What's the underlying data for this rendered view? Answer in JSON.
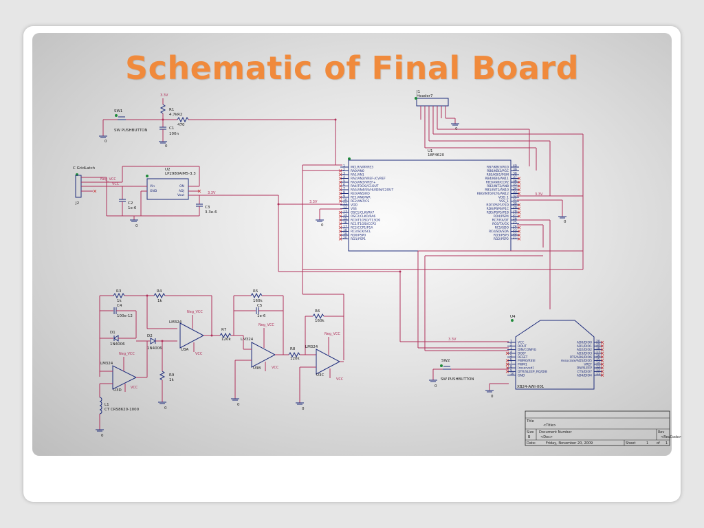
{
  "slide": {
    "title": "Schematic of Final Board"
  },
  "schematic": {
    "power": {
      "top_rail": "3.3V",
      "gnd": "0",
      "neg_vcc": "Neg_VCC",
      "vcc": "VCC"
    },
    "sw1": {
      "ref": "SW1",
      "value": "SW PUSHBUTTON"
    },
    "sw2": {
      "ref": "SW2",
      "value": "SW PUSHBUTTON"
    },
    "r1": {
      "ref": "R1",
      "value": "4.7k"
    },
    "r2": {
      "ref": "R2",
      "value": "470"
    },
    "c1": {
      "ref": "C1",
      "value": "100n"
    },
    "j1": {
      "ref": "J1",
      "value": "Header7"
    },
    "j2": {
      "ref": "J2",
      "value": "C GridLatch"
    },
    "u2": {
      "ref": "U2",
      "value": "LP2980AIM5-3.3",
      "pins": {
        "vin": "Vin",
        "gnd": "GND",
        "on": "ON",
        "adj": "ADJ",
        "vout": "Vout"
      }
    },
    "c2": {
      "ref": "C2",
      "value": "1e-6"
    },
    "c3": {
      "ref": "C3",
      "value": "3.3e-6"
    },
    "u1": {
      "ref": "U1",
      "value": "18F4620",
      "left_pins": [
        "MCLR/VPP/RE3",
        "RA0/AN0",
        "RA1/AN1",
        "RA2/AN2/VREF-/CVREF",
        "RA3/AN3/VREF+",
        "RA4/T0CKI/C1OUT",
        "RA5/AN4/SS/HLVDIN/C2OUT",
        "RE0/AN5/RD",
        "RE1/AN6/WR",
        "RE2/AN7/CS",
        "VDD",
        "VSS",
        "OSC1/CLKI/RA7",
        "OSC2/CLKO/RA6",
        "RC0/T1OSO/T13CKI",
        "RC1/T1OSI/CCP2",
        "RC2/CCP1/P1A",
        "RC3/SCK/SCL",
        "RD0/PSP0",
        "RD1/PSP1"
      ],
      "left_nums": [
        "1",
        "2",
        "3",
        "4",
        "5",
        "6",
        "7",
        "8",
        "9",
        "10",
        "11",
        "12",
        "13",
        "14",
        "15",
        "16",
        "17",
        "18",
        "19",
        "20"
      ],
      "right_pins": [
        "RB7/KBI3/PGD",
        "RB6/KBI2/PGC",
        "RB5/KBI1/PGM",
        "RB4/KBI0/AN11",
        "RB3/AN9/CCP2",
        "RB2/INT2/AN8",
        "RB1/INT1/AN10",
        "RB0/INT0/FLT0/AN12",
        "VDD_1",
        "VSS_1",
        "RD7/PSP7/P1D",
        "RD6/PSP6/P1C",
        "RD5/PSP5/P1B",
        "RD4/PSP4",
        "RC7/RX/DT",
        "RC6/TX/CK",
        "RC5/SDO",
        "RC4/SDI/SDA",
        "RD3/PSP3",
        "RD2/PSP2"
      ],
      "right_nums": [
        "40",
        "39",
        "38",
        "37",
        "36",
        "35",
        "34",
        "33",
        "32",
        "31",
        "30",
        "29",
        "28",
        "27",
        "26",
        "25",
        "24",
        "23",
        "22",
        "21"
      ]
    },
    "filter": {
      "r3": {
        "ref": "R3",
        "value": "1k"
      },
      "r4": {
        "ref": "R4",
        "value": "1k"
      },
      "c4": {
        "ref": "C4",
        "value": "100e-12"
      },
      "d1": {
        "ref": "D1",
        "value": "1N4006"
      },
      "d2": {
        "ref": "D2",
        "value": "1N4006"
      },
      "u3a": {
        "ref": "U3A",
        "value": "LM324"
      },
      "u3b": {
        "ref": "U3B",
        "value": "LM324"
      },
      "u3c": {
        "ref": "U3C",
        "value": "LM324"
      },
      "u3d": {
        "ref": "U3D",
        "value": "LM324"
      },
      "r5": {
        "ref": "R5",
        "value": "160k"
      },
      "c5": {
        "ref": "C5",
        "value": "1e-6"
      },
      "r6": {
        "ref": "R6",
        "value": "160k"
      },
      "r7": {
        "ref": "R7",
        "value": "120k"
      },
      "r8": {
        "ref": "R8",
        "value": "120k"
      },
      "r9": {
        "ref": "R9",
        "value": "1k"
      },
      "l1": {
        "ref": "L1",
        "value": "CT CRS8620-1000"
      }
    },
    "u4": {
      "ref": "U4",
      "value": "XB24-AWI-001",
      "left_pins": [
        "VCC",
        "DOUT",
        "DIN/CONFIG",
        "DO8*",
        "RESET",
        "PWM0/RSSI",
        "PWM1",
        "[reserved]",
        "DTR/SLEEP_RQ/DI8",
        "GND"
      ],
      "left_nums": [
        "1",
        "2",
        "3",
        "4",
        "5",
        "6",
        "7",
        "8",
        "9",
        "10"
      ],
      "right_pins": [
        "AD0/DIO0",
        "AD1/DIO1",
        "AD2/DIO2",
        "AD3/DIO3",
        "RTS/AD6/DIO6",
        "Associate/AD5/DIO5",
        "VREF",
        "ON/SLEEP",
        "CTS/DIO7",
        "AD4/DIO4"
      ],
      "right_nums": [
        "20",
        "19",
        "18",
        "17",
        "16",
        "15",
        "14",
        "13",
        "12",
        "11"
      ]
    },
    "title_block": {
      "title_label": "Title",
      "title_value": "<Title>",
      "size_label": "Size",
      "size_value": "B",
      "doc_label": "Document Number",
      "doc_value": "<Doc>",
      "rev_label": "Rev",
      "rev_value": "<RevCode>",
      "date_label": "Date:",
      "date_value": "Friday, November 20, 2009",
      "sheet_label": "Sheet",
      "sheet_value": "1",
      "of_label": "of",
      "of_value": "1"
    }
  }
}
